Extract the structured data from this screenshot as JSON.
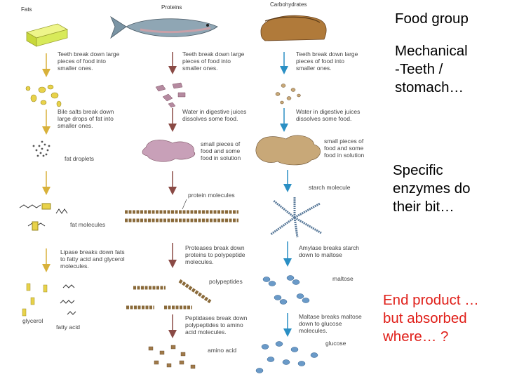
{
  "notes": {
    "food_group": "Food group",
    "mechanical": "Mechanical\n-Teeth /\nstomach…",
    "enzymes": "Specific\nenzymes do\ntheir bit…",
    "end_product": "End product …\nbut absorbed\nwhere… ?"
  },
  "diagram": {
    "headers": {
      "fats": "Fats",
      "proteins": "Proteins",
      "carbohydrates": "Carbohydrates"
    },
    "fats": {
      "step1": [
        "Teeth break down large",
        "pieces of food into",
        "smaller ones."
      ],
      "step2": [
        "Bile salts break down",
        "large drops of fat into",
        "smaller ones."
      ],
      "droplets": "fat droplets",
      "molecules": "fat molecules",
      "step3": [
        "Lipase breaks down fats",
        "to fatty acid and glycerol",
        "molecules."
      ],
      "glycerol": "glycerol",
      "fatty_acid": "fatty acid"
    },
    "proteins": {
      "step1": [
        "Teeth break down large",
        "pieces of food into",
        "smaller ones."
      ],
      "step2": [
        "Water in digestive juices",
        "dissolves some food."
      ],
      "solution": [
        "small pieces of",
        "food and some",
        "food in solution"
      ],
      "molecules": "protein molecules",
      "step3": [
        "Proteases break down",
        "proteins to polypeptide",
        "molecules."
      ],
      "polypeptides": "polypeptides",
      "step4": [
        "Peptidases break down",
        "polypeptides to amino",
        "acid molecules."
      ],
      "amino_acid": "amino acid"
    },
    "carbohydrates": {
      "step1": [
        "Teeth break down large",
        "pieces of food into",
        "smaller ones."
      ],
      "step2": [
        "Water in digestive juices",
        "dissolves some food."
      ],
      "solution": [
        "small pieces of",
        "food and some",
        "food in solution"
      ],
      "starch": "starch molecule",
      "step3": [
        "Amylase breaks starch",
        "down to maltose"
      ],
      "maltose": "maltose",
      "step4": [
        "Maltase breaks maltose",
        "down to glucose",
        "molecules."
      ],
      "glucose": "glucose"
    }
  },
  "colors": {
    "note_text": "#000000",
    "end_product_text": "#e0201a",
    "arrow_fats": "#d8b13a",
    "arrow_proteins": "#8a4a45",
    "arrow_carbs": "#2a8fc4",
    "butter": "#d8ea5a",
    "fish": "#8fa6b4",
    "bread": "#b07a3a",
    "fat_droplet": "#e8d24a",
    "protein_piece": "#b58aa0",
    "starch_blob": "#c8a878",
    "glucose_bead": "#6a9ac8"
  }
}
